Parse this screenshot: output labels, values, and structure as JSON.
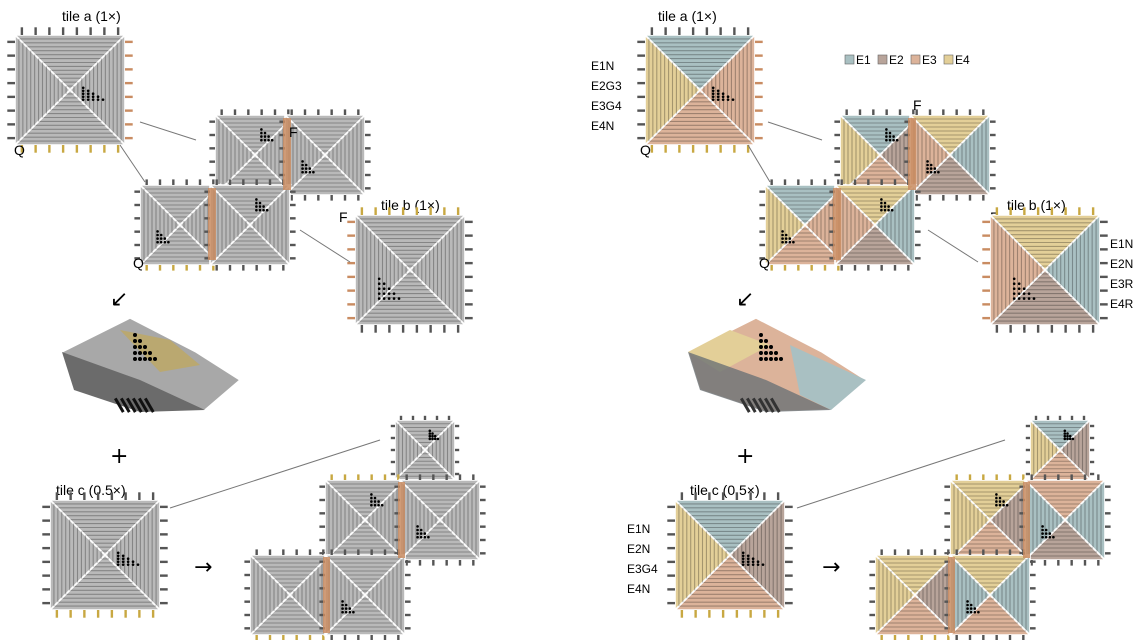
{
  "labels": {
    "tile_a": "tile a (1×)",
    "tile_b": "tile b (1×)",
    "tile_c": "tile c (0.5×)",
    "F": "F",
    "Q": "Q",
    "plus": "+",
    "arrow_down": "↙",
    "arrow_right": "→"
  },
  "legend": [
    {
      "name": "E1",
      "color": "#a9c0c2"
    },
    {
      "name": "E2",
      "color": "#b8a49a"
    },
    {
      "name": "E3",
      "color": "#dcb39a"
    },
    {
      "name": "E4",
      "color": "#e3cf98"
    }
  ],
  "edge_codes": {
    "tile_a": [
      "E1N",
      "E2G3",
      "E3G4",
      "E4N"
    ],
    "tile_b": [
      "E1N",
      "E2N",
      "E3R",
      "E4R"
    ],
    "tile_c": [
      "E1N",
      "E2N",
      "E3G4",
      "E4N"
    ]
  },
  "colors": {
    "helix_gray": "#b9b9b9",
    "helix_light": "#e8e8e8",
    "stub": "#555555",
    "seam_orange": "#c98c62",
    "seam_gold": "#c8a842",
    "dot": "#000000",
    "line": "#777777"
  }
}
